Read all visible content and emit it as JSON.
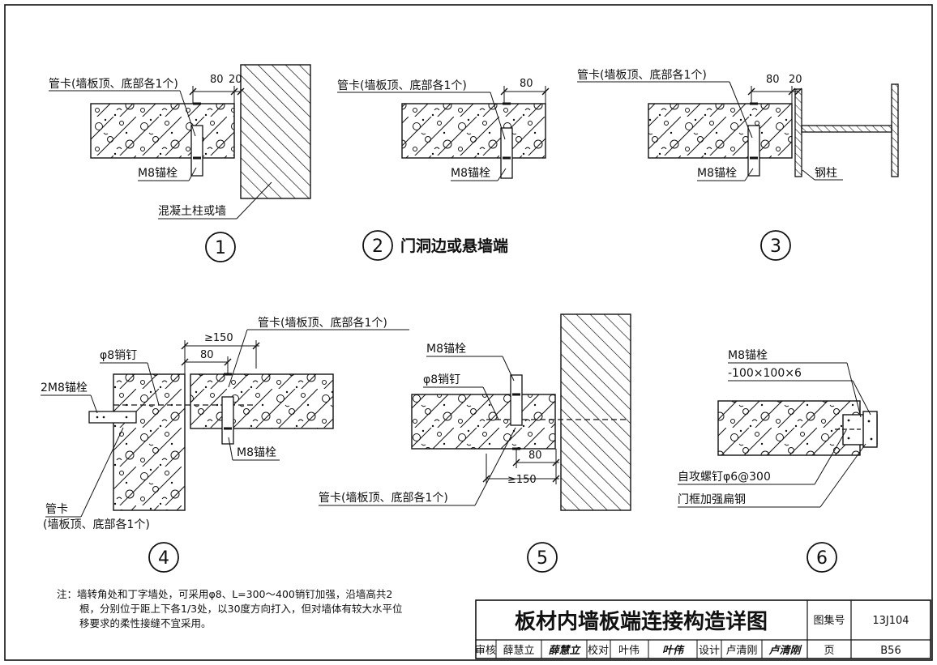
{
  "details": {
    "d1": {
      "number": "1",
      "pipe_clamp": "管卡(墙板顶、底部各1个)",
      "dim_a": "80",
      "dim_b": "20",
      "anchor": "M8锚栓",
      "wall": "混凝土柱或墙"
    },
    "d2": {
      "number": "2",
      "caption": "门洞边或悬墙端",
      "pipe_clamp": "管卡(墙板顶、底部各1个)",
      "dim_a": "80",
      "anchor": "M8锚栓"
    },
    "d3": {
      "number": "3",
      "pipe_clamp": "管卡(墙板顶、底部各1个)",
      "dim_a": "80",
      "dim_b": "20",
      "anchor": "M8锚栓",
      "column": "钢柱"
    },
    "d4": {
      "number": "4",
      "pipe_clamp_top": "管卡(墙板顶、底部各1个)",
      "dim_min": "≥150",
      "dim_a": "80",
      "pin": "φ8销钉",
      "anchor_2": "2M8锚栓",
      "anchor": "M8锚栓",
      "pipe_clamp_l1": "管卡",
      "pipe_clamp_l2": "(墙板顶、底部各1个)"
    },
    "d5": {
      "number": "5",
      "anchor": "M8锚栓",
      "pin": "φ8销钉",
      "dim_a": "80",
      "dim_min": "≥150",
      "pipe_clamp": "管卡(墙板顶、底部各1个)"
    },
    "d6": {
      "number": "6",
      "anchor": "M8锚栓",
      "angle": "-100×100×6",
      "screw": "自攻螺钉φ6@300",
      "flat_steel": "门框加强扁钢"
    }
  },
  "note": {
    "line1": "注：墙转角处和丁字墙处，可采用φ8、L=300～400销钉加强，沿墙高共2",
    "line2": "根，分别位于距上下各1/3处，以30度方向打入，但对墙体有较大水平位",
    "line3": "移要求的柔性接缝不宜采用。"
  },
  "title_block": {
    "title": "板材内墙板端连接构造详图",
    "atlas_label": "图集号",
    "atlas_no": "13J104",
    "review_label": "审核",
    "reviewer": "薛慧立",
    "review_sig": "薛慧立",
    "check_label": "校对",
    "checker": "叶伟",
    "check_sig": "叶伟",
    "design_label": "设计",
    "designer": "卢清刚",
    "design_sig": "卢清刚",
    "page_label": "页",
    "page_no": "B56"
  }
}
